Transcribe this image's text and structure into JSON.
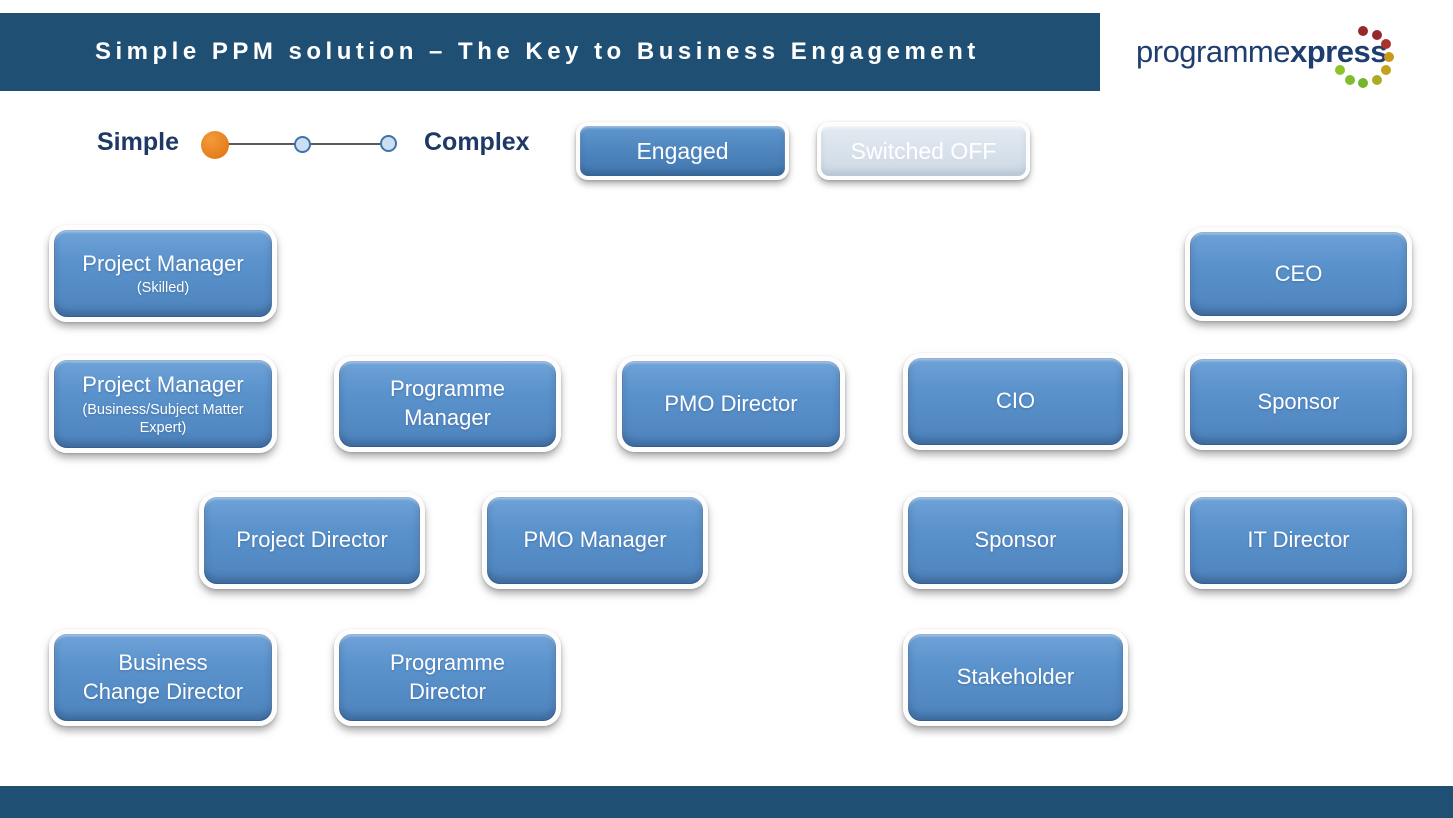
{
  "slide": {
    "title": "Simple PPM solution – The Key to Business Engagement"
  },
  "colors": {
    "header_bg": "#1F4F73",
    "footer_bg": "#1F4F73",
    "box_blue": "#5690CA",
    "label_navy": "#1F3864",
    "knob_orange": "#E8821F",
    "logo_navy": "#1F3E70"
  },
  "logo": {
    "name_regular": "programme",
    "name_bold": "xpress",
    "dots": [
      {
        "color": "#97292C"
      },
      {
        "color": "#97292C"
      },
      {
        "color": "#A8342B"
      },
      {
        "color": "#C8991B"
      },
      {
        "color": "#C2A21D"
      },
      {
        "color": "#A9AD23"
      },
      {
        "color": "#74B62C"
      },
      {
        "color": "#7FBD2B"
      },
      {
        "color": "#8CC32B"
      }
    ]
  },
  "scale": {
    "left_label": "Simple",
    "right_label": "Complex"
  },
  "toggles": {
    "engaged_label": "Engaged",
    "switched_off_label": "Switched OFF"
  },
  "roles": [
    {
      "label": "Project Manager",
      "sublabel": "(Skilled)"
    },
    {
      "label": "CEO",
      "sublabel": ""
    },
    {
      "label": "Project Manager",
      "sublabel": "(Business/Subject Matter Expert)"
    },
    {
      "label": "Programme Manager",
      "sublabel": ""
    },
    {
      "label": "PMO Director",
      "sublabel": ""
    },
    {
      "label": "CIO",
      "sublabel": ""
    },
    {
      "label": "Sponsor",
      "sublabel": ""
    },
    {
      "label": "Project Director",
      "sublabel": ""
    },
    {
      "label": "PMO Manager",
      "sublabel": ""
    },
    {
      "label": "Sponsor",
      "sublabel": ""
    },
    {
      "label": "IT Director",
      "sublabel": ""
    },
    {
      "label": "Business Change Director",
      "sublabel": ""
    },
    {
      "label": "Programme Director",
      "sublabel": ""
    },
    {
      "label": "Stakeholder",
      "sublabel": ""
    }
  ]
}
